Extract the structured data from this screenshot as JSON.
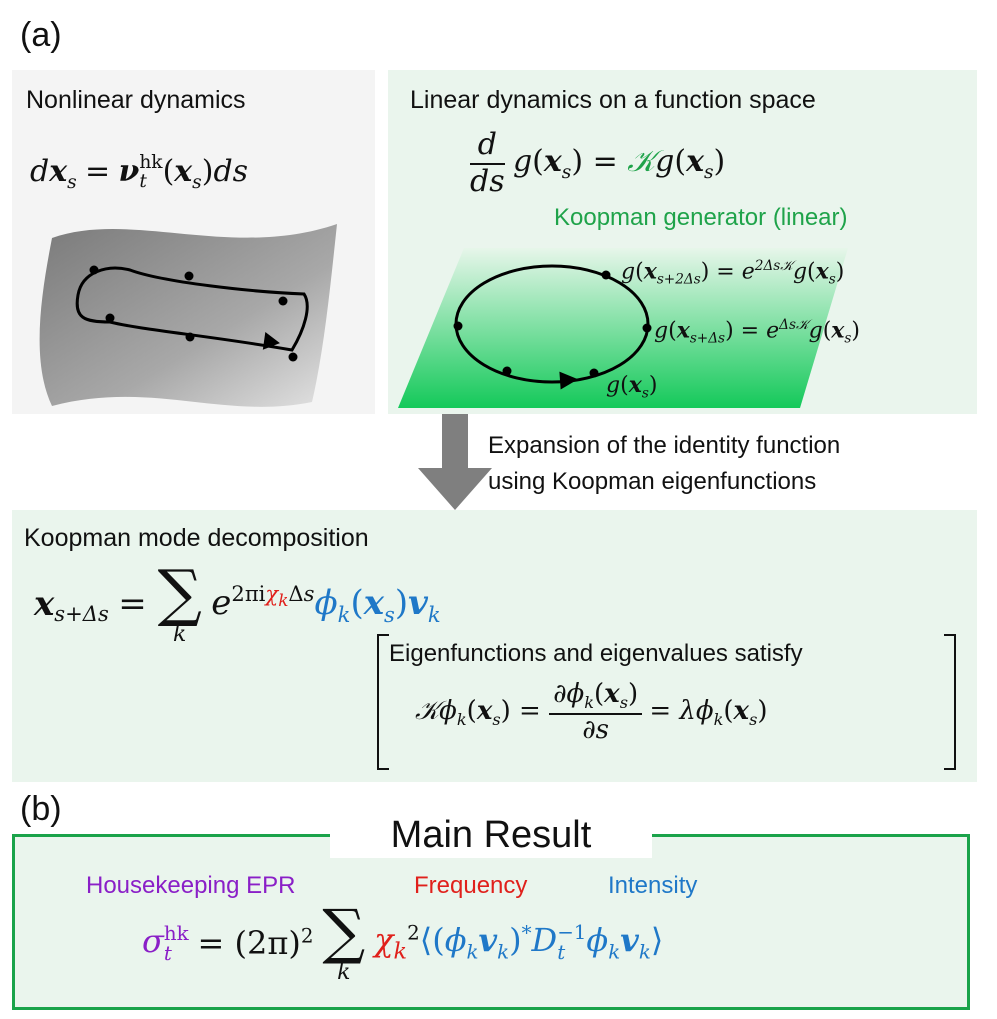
{
  "panel_a": {
    "label": "(a)",
    "nonlinear": {
      "title": "Nonlinear dynamics"
    },
    "linear": {
      "title": "Linear dynamics on a function space",
      "generator_label": "Koopman generator (linear)"
    },
    "arrow_caption": [
      "Expansion of the identity function",
      "using Koopman eigenfunctions"
    ],
    "kmd": {
      "title": "Koopman mode decomposition",
      "bracket_title": "Eigenfunctions and eigenvalues satisfy"
    }
  },
  "panel_b": {
    "label": "(b)",
    "title": "Main Result",
    "term_labels": {
      "epr": "Housekeeping EPR",
      "frequency": "Frequency",
      "intensity": "Intensity"
    }
  },
  "colors": {
    "green": "#1fa34a",
    "green_box_border": "#1aa34a",
    "red": "#e0201b",
    "blue": "#1f78c8",
    "purple": "#8a1fc7",
    "arrow_gray": "#7f7f7f"
  }
}
